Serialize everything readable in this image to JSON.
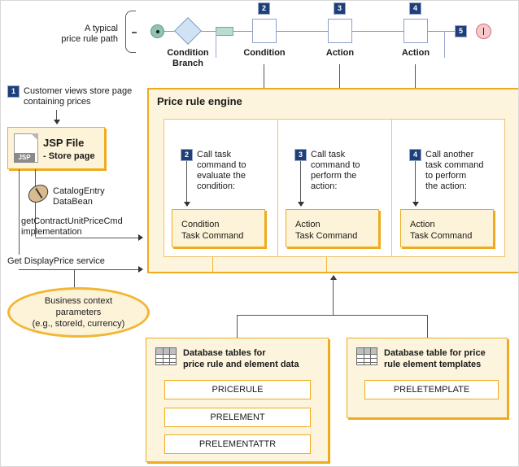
{
  "path_legend": {
    "line1": "A typical",
    "line2": "price rule path"
  },
  "path": {
    "nodes": [
      {
        "name": "start",
        "label": ""
      },
      {
        "name": "condition-branch",
        "label_line1": "Condition",
        "label_line2": "Branch"
      },
      {
        "name": "green-connector",
        "label": ""
      },
      {
        "name": "condition",
        "label": "Condition",
        "badge": "2"
      },
      {
        "name": "action-1",
        "label": "Action",
        "badge": "3"
      },
      {
        "name": "action-2",
        "label": "Action",
        "badge": "4"
      },
      {
        "name": "end",
        "label": "",
        "badge": "5"
      }
    ]
  },
  "step1": {
    "badge": "1",
    "line1": "Customer views store page",
    "line2": "containing prices"
  },
  "jsp_file": {
    "icon_label": "JSP",
    "title": "JSP File",
    "subtitle": "- Store page"
  },
  "databean": {
    "line1": "CatalogEntry",
    "line2": "DataBean"
  },
  "impl": {
    "line1": "getContractUnitPriceCmd",
    "line2": "implementation"
  },
  "display_price_service": "Get DisplayPrice service",
  "business_context": {
    "line1": "Business context",
    "line2": "parameters",
    "line3": "(e.g., storeId, currency)"
  },
  "engine": {
    "title": "Price rule engine",
    "columns": [
      {
        "badge": "2",
        "desc_lines": [
          "Call task",
          "command to",
          "evaluate the",
          "condition:"
        ],
        "command_line1": "Condition",
        "command_line2": "Task Command"
      },
      {
        "badge": "3",
        "desc_lines": [
          "Call task",
          "command to",
          "perform the",
          "action:"
        ],
        "command_line1": "Action",
        "command_line2": "Task Command"
      },
      {
        "badge": "4",
        "desc_lines": [
          "Call another",
          "task command",
          "to perform",
          "the action:"
        ],
        "command_line1": "Action",
        "command_line2": "Task Command"
      }
    ]
  },
  "db_left": {
    "title_line1": "Database tables for",
    "title_line2": "price rule and element data",
    "tables": [
      "PRICERULE",
      "PRELEMENT",
      "PRELEMENTATTR"
    ]
  },
  "db_right": {
    "title_line1": "Database table for price",
    "title_line2": "rule element templates",
    "tables": [
      "PRELETEMPLATE"
    ]
  },
  "colors": {
    "panel_bg": "#fdf4dd",
    "panel_border": "#eeab1e",
    "badge_bg": "#1f3f7a",
    "path_line": "#8491c2",
    "start_node": "#8fc3b6",
    "end_node": "#f6c8cd",
    "diamond": "#cfe3f4",
    "green_bar": "#b9dcd2",
    "connector": "#555555"
  }
}
